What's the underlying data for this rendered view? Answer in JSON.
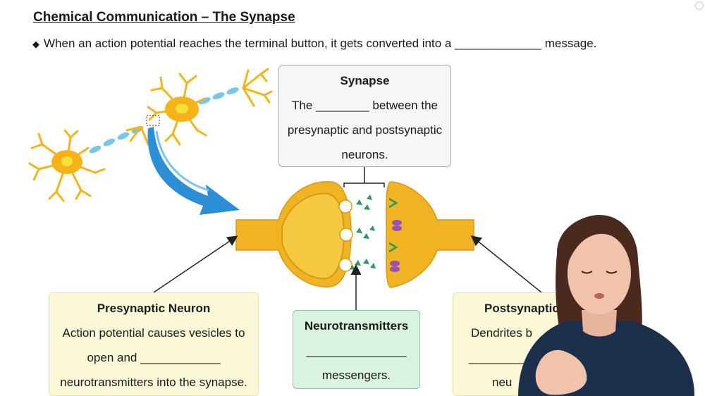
{
  "header": {
    "title": "Chemical Communication – The Synapse",
    "bullet_text": "When an action potential reaches the terminal button, it gets converted into a _____________ message."
  },
  "synapse_box": {
    "heading": "Synapse",
    "lines": [
      "The ________ between the",
      "presynaptic and postsynaptic",
      "neurons."
    ]
  },
  "presynaptic_box": {
    "heading": "Presynaptic Neuron",
    "lines": [
      "Action potential causes vesicles to",
      "open and ____________",
      "neurotransmitters into the synapse."
    ]
  },
  "neurotransmitters_box": {
    "heading": "Neurotransmitters",
    "lines": [
      "_______________",
      "messengers."
    ]
  },
  "postsynaptic_box": {
    "heading": "Postsynaptic I",
    "lines": [
      "Dendrites b",
      "____________",
      "neu"
    ]
  },
  "colors": {
    "neuron_body": "#f5b31b",
    "neuron_core": "#f3c21a",
    "myelin": "#79c7e8",
    "arrow_blue": "#2c8fd6",
    "terminal": "#f0b324",
    "neurotransmitter": "#2e9a5c",
    "receptor": "#9a4fb7",
    "presenter_top": "#1b2f4a"
  }
}
